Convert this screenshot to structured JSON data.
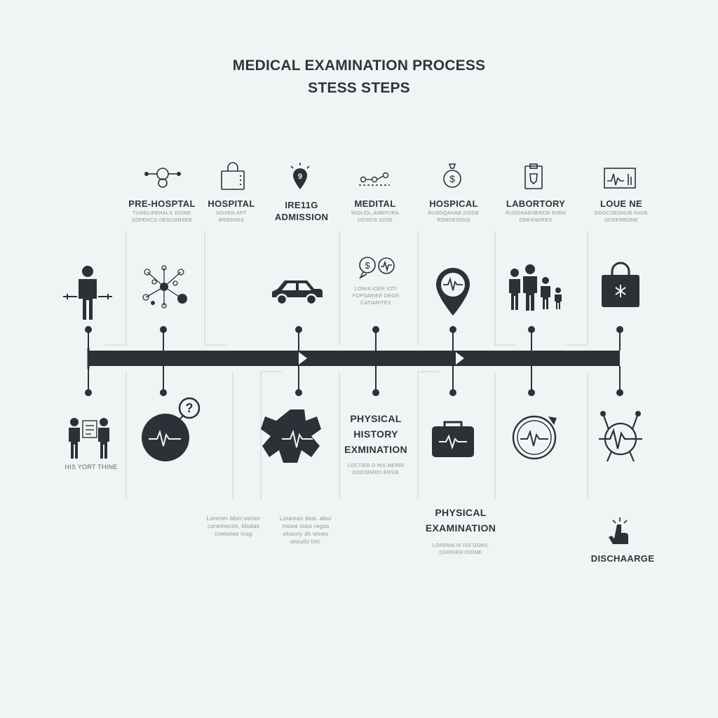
{
  "title": {
    "line1": "MEDICAL EXAMINATION PROCESS",
    "line2": "STESS STEPS"
  },
  "top_steps": [
    {
      "label": "PRE-HOSPTAL",
      "caption": [
        "TUNGLIPERALIL DIDRE",
        "SOPENCD DEGUSNSER"
      ]
    },
    {
      "label": "HOSPITAL",
      "caption": [
        "NOVEN APT",
        "BRIDINGS"
      ]
    },
    {
      "label": [
        "IRE11G",
        "ADMISSION"
      ],
      "caption": []
    },
    {
      "label": "MEDITAL",
      "caption": [
        "RIOLIDL,AMEFURA",
        "DOSEIS IOIZE"
      ]
    },
    {
      "label": "HOSPICAL",
      "caption": [
        "RUSOQAHAB ZIOOE",
        "RONDEIDGIS"
      ]
    },
    {
      "label": "LABORTORY",
      "caption": [
        "RUODNAENEROR EIIRN",
        "DREANDRES"
      ]
    },
    {
      "label": "LOUE NE",
      "caption": [
        "DOGCDEDNUB INIUE",
        "DCRERRONE"
      ]
    }
  ],
  "mid_captions": {
    "medital": [
      "LOMIA IOER IOTI",
      "FOPSARIEE DEGR",
      "CATIARITES"
    ]
  },
  "bottom_steps": [
    {
      "label": "HIS YORT THINE",
      "caption": []
    },
    {
      "label": [
        "PHYSICAL",
        "HISTORY",
        "EXMINATION"
      ],
      "caption": [
        "LOCTIER D NIS MERRI",
        "DDOSERIOI ERSIK"
      ]
    },
    {
      "label": [
        "PHYSICAL",
        "EXAMINATION"
      ],
      "caption": [
        "LOREMA IR ISS ODRIL",
        "DSREIEM IOOME"
      ]
    },
    {
      "label": "DISCHAARGE",
      "caption": []
    }
  ],
  "notes": [
    [
      "Loremm bber;vector",
      "conelnecon, blodas",
      "cnelonex inog"
    ],
    [
      "Loraman dasi, abur",
      "mowe ioasi regos",
      "ehocriy dh wines",
      "onsuits tint."
    ]
  ],
  "question_mark": "?",
  "icons": {
    "top": [
      "molecule-icon",
      "shopping-bag-icon",
      "location-pin-icon",
      "network-icon",
      "dollar-bag-icon",
      "clipboard-icon",
      "monitor-icon"
    ],
    "middle": [
      "person-icon",
      "molecule-cluster-icon",
      "car-icon",
      "speech-bubble-icon",
      "heartbeat-pin-icon",
      "family-icon",
      "medical-bag-icon"
    ],
    "bottom": [
      "doctors-consult-icon",
      "heartbeat-question-icon",
      "heartbeat-star-icon",
      "medical-case-icon",
      "heartbeat-circle-icon",
      "heartbeat-tools-icon",
      "hand-click-icon"
    ]
  },
  "colors": {
    "background": "#f1f4f4",
    "ink": "#2b3136",
    "line": "#c9cfd2",
    "muted": "#8a9196"
  }
}
